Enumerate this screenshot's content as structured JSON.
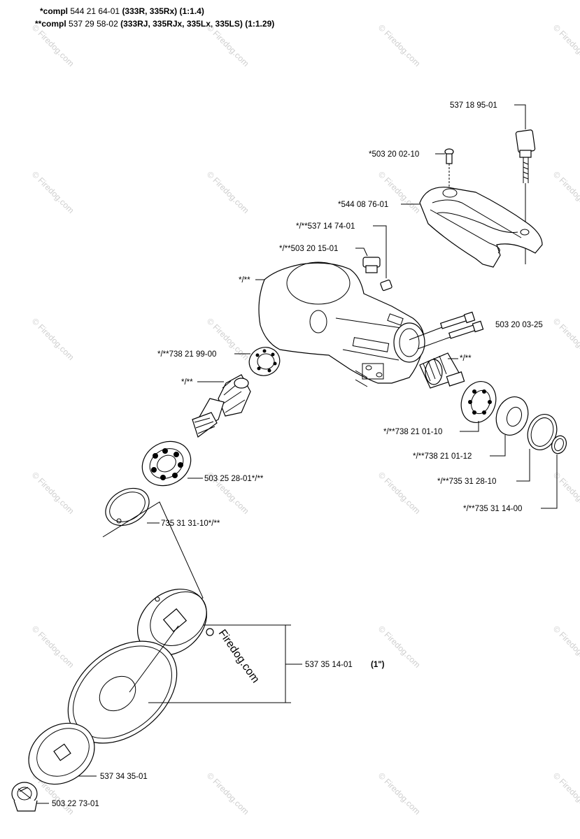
{
  "header": {
    "line1": {
      "prefix": "*compl",
      "part": "544 21 64-01",
      "models": "(333R, 335Rx) (1:1.4)"
    },
    "line2": {
      "prefix": "**compl",
      "part": "537 29 58-02",
      "models": "(333RJ, 335RJx, 335Lx, 335LS) (1:1.29)"
    }
  },
  "watermark": {
    "text": "© Firedog.com",
    "overlay": "Firedog.com"
  },
  "parts": {
    "p1": "537 18 95-01",
    "p2": "*503 20 02-10",
    "p3": "*544 08 76-01",
    "p4": "*/**537 14 74-01",
    "p5": "*/**503 20 15-01",
    "p6": "*/**",
    "p7": "503 20 03-25",
    "p8": "*/**738 21 99-00",
    "p9": "*/**",
    "p10": "*/**",
    "p11": "*/**738 21 01-10",
    "p12": "*/**738 21 01-12",
    "p13": "*/**735 31 28-10",
    "p14": "*/**735 31 14-00",
    "p15": "503 25 28-01*/**",
    "p16": "735 31 31-10*/**",
    "p17_num": "537 35 14-01",
    "p17_size": "(1\")",
    "p18": "537 34 35-01",
    "p19": "503 22 73-01"
  }
}
